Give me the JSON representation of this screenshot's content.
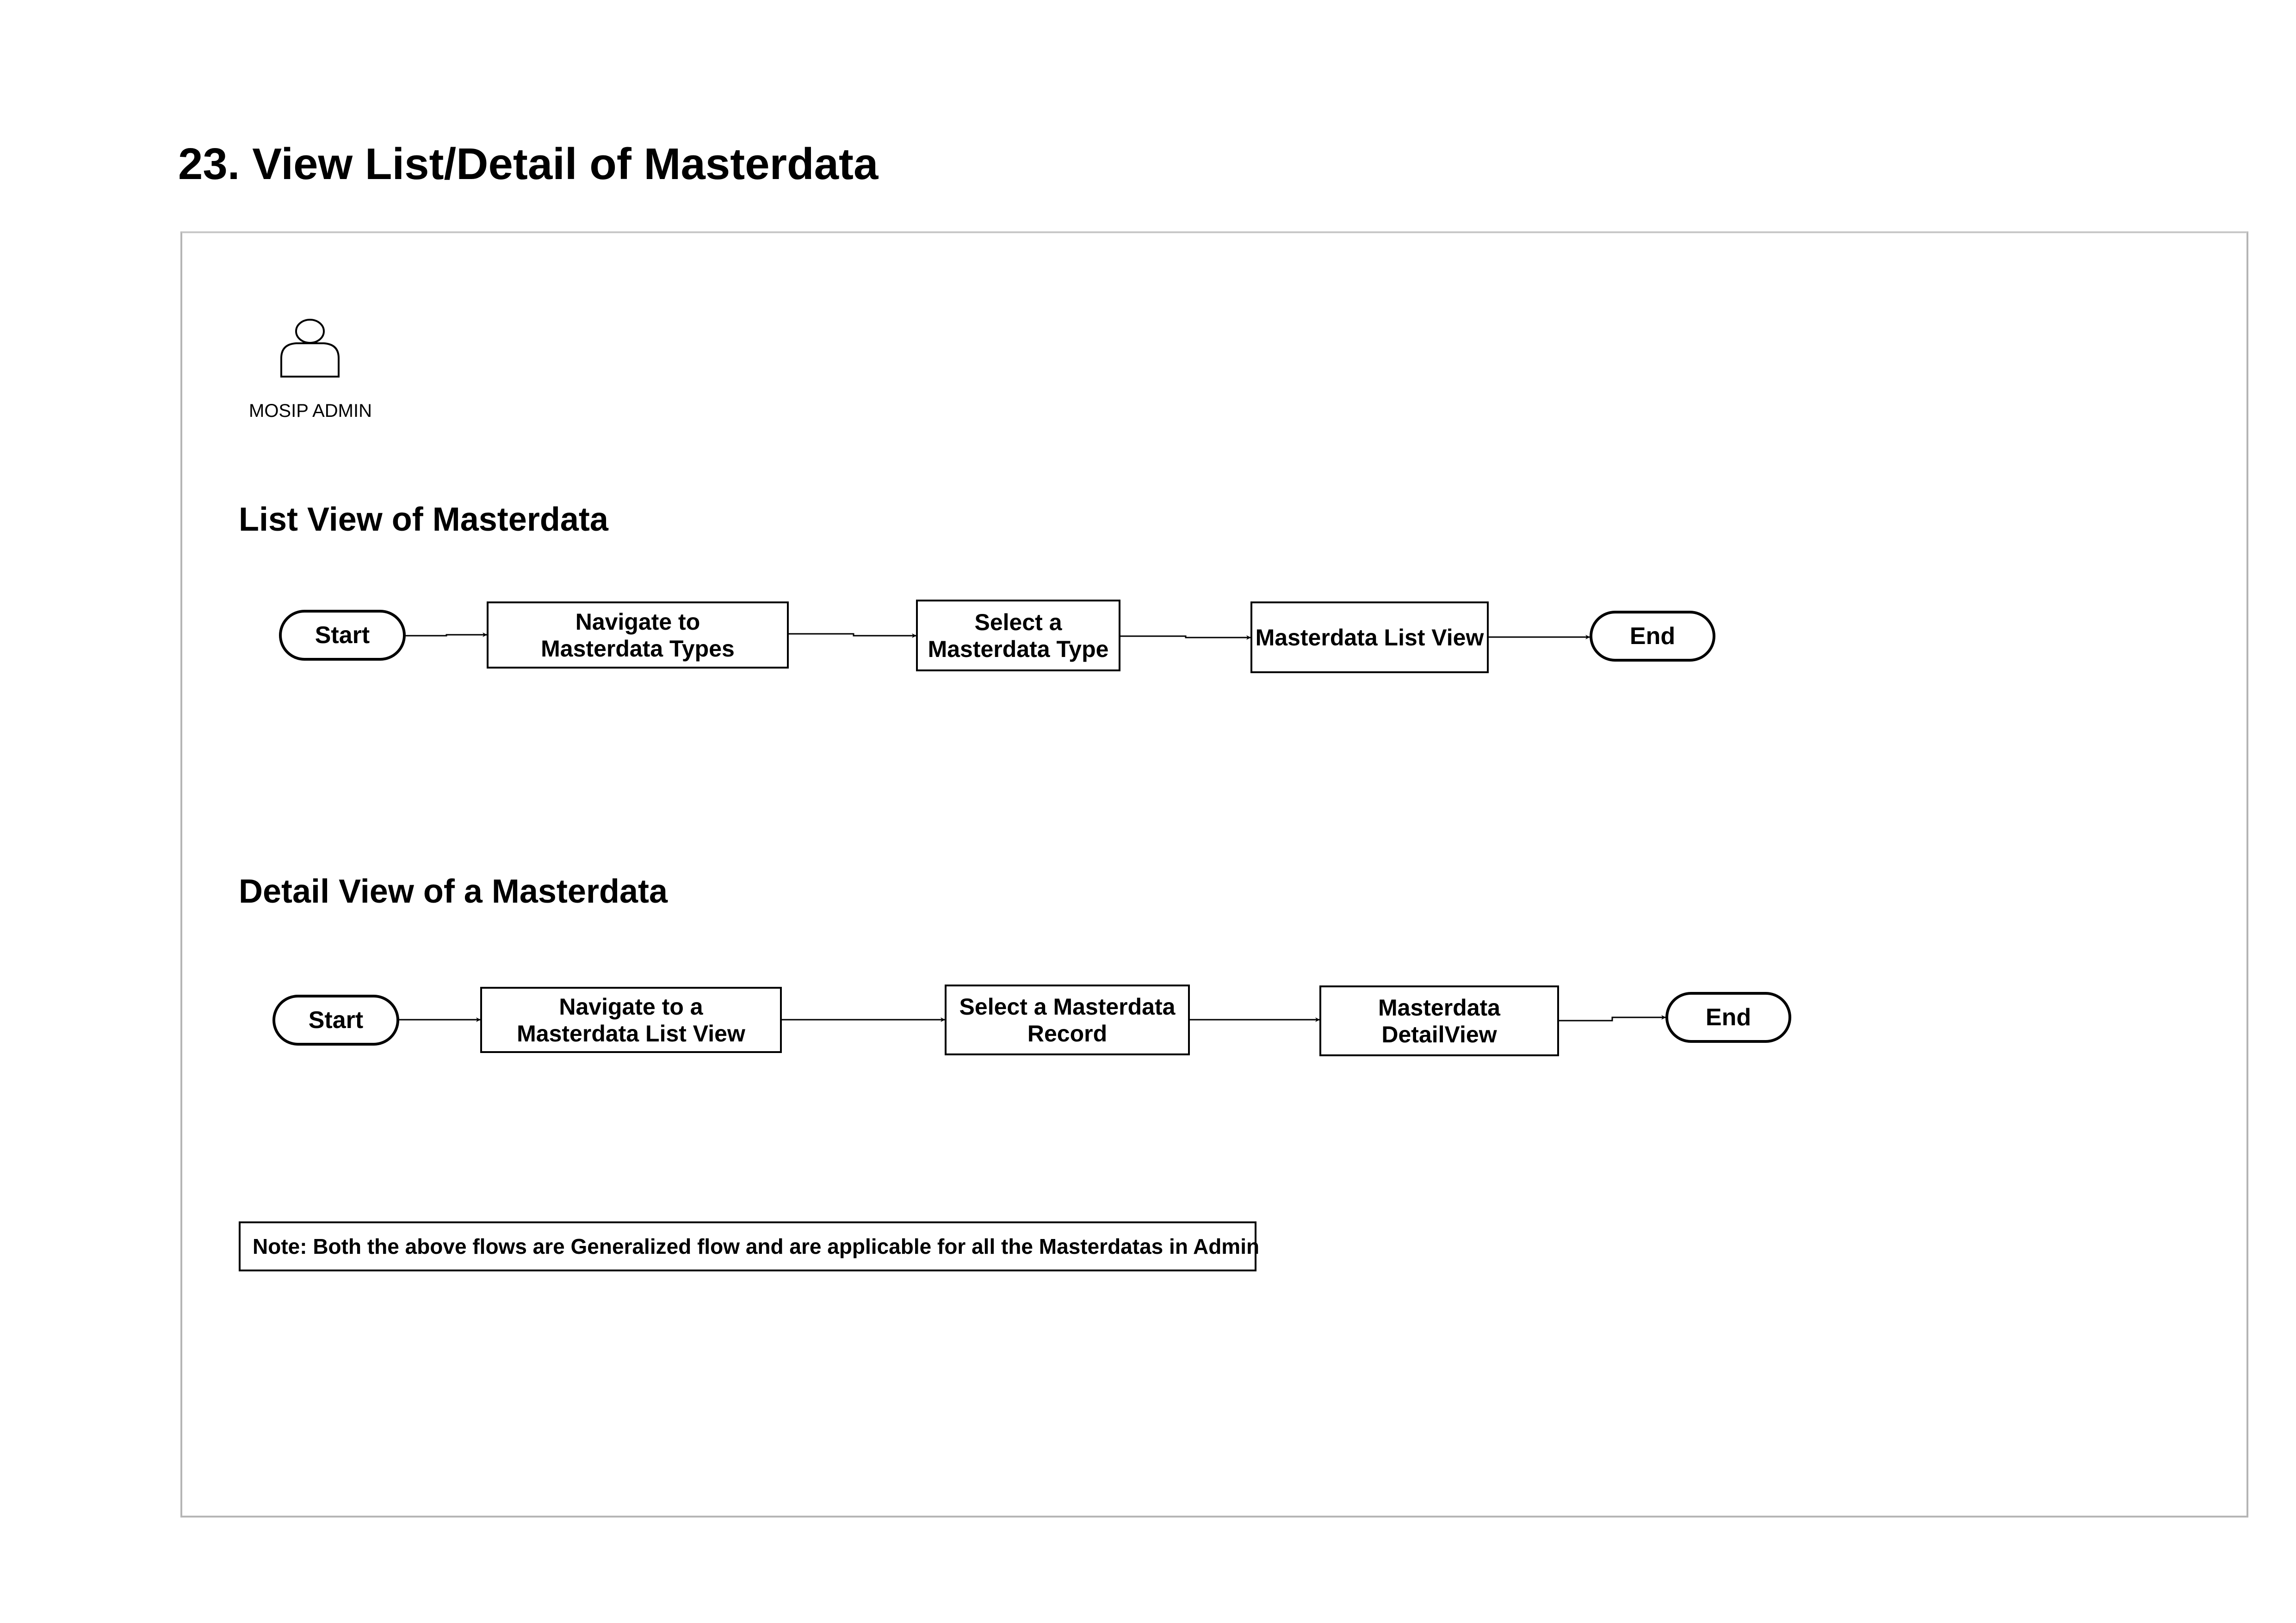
{
  "title": "23. View List/Detail of Masterdata",
  "actor": {
    "label": "MOSIP ADMIN",
    "icon": "user-icon"
  },
  "flows": [
    {
      "title": "List View of Masterdata",
      "steps": [
        {
          "type": "terminal",
          "label": "Start"
        },
        {
          "type": "process",
          "label": "Navigate to\nMasterdata Types"
        },
        {
          "type": "process",
          "label": "Select a\nMasterdata Type"
        },
        {
          "type": "process",
          "label": "Masterdata List View"
        },
        {
          "type": "terminal",
          "label": "End"
        }
      ]
    },
    {
      "title": "Detail View of a Masterdata",
      "steps": [
        {
          "type": "terminal",
          "label": "Start"
        },
        {
          "type": "process",
          "label": "Navigate to a\nMasterdata List View"
        },
        {
          "type": "process",
          "label": "Select a Masterdata\nRecord"
        },
        {
          "type": "process",
          "label": "Masterdata\nDetailView"
        },
        {
          "type": "terminal",
          "label": "End"
        }
      ]
    }
  ],
  "note": "Note: Both the above flows are Generalized flow and are applicable for all the Masterdatas in Admin"
}
